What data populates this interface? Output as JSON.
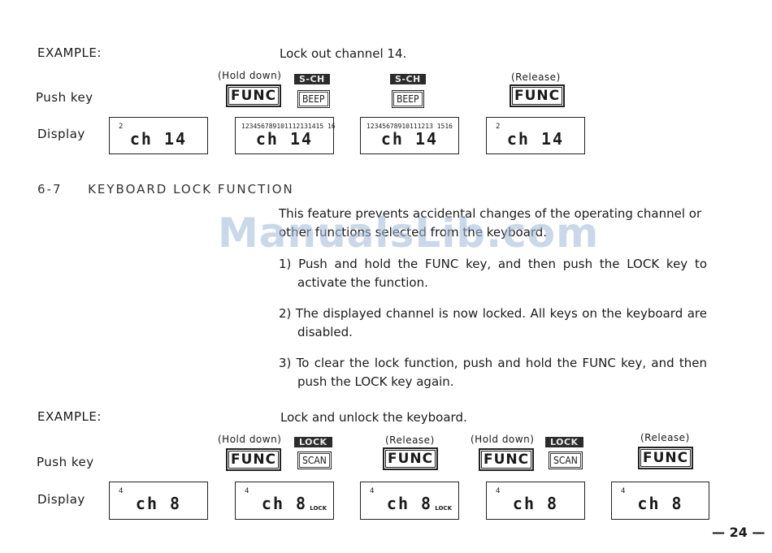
{
  "example1": {
    "heading": "EXAMPLE:",
    "caption": "Lock out channel 14.",
    "row_push": "Push key",
    "row_display": "Display",
    "steps": [
      {
        "note": "(Hold down)",
        "tag": "S-CH",
        "key": "FUNC"
      },
      {
        "key": "BEEP"
      },
      {
        "tag": "S-CH",
        "key": "BEEP"
      },
      {
        "note": "(Release)",
        "key": "FUNC"
      }
    ],
    "displays": [
      {
        "index": "2",
        "numbers": "",
        "readout": "ch 14"
      },
      {
        "index": "",
        "numbers": "123456789101112131415 16",
        "readout": "ch 14"
      },
      {
        "index": "",
        "numbers": "12345678910111213  1516",
        "readout": "ch 14"
      },
      {
        "index": "2",
        "numbers": "",
        "readout": "ch 14"
      }
    ]
  },
  "section": {
    "number": "6-7",
    "title": "KEYBOARD LOCK FUNCTION",
    "intro_line1": "This feature prevents accidental changes of the operating channel or",
    "intro_line2": "other functions selected from the keyboard.",
    "items": [
      "1) Push and hold the FUNC key, and then push the LOCK key to activate the function.",
      "2) The displayed channel is now locked.  All keys on the keyboard are disabled.",
      "3) To clear the lock function, push and hold the FUNC key, and then push the LOCK key again."
    ]
  },
  "example2": {
    "heading": "EXAMPLE:",
    "caption": "Lock and unlock the keyboard.",
    "row_push": "Push key",
    "row_display": "Display",
    "steps": [
      {
        "note": "(Hold down)",
        "tag": "LOCK",
        "key": "FUNC",
        "sub": "SCAN"
      },
      {
        "note": "(Release)",
        "key": "FUNC"
      },
      {
        "note": "(Hold down)",
        "tag": "LOCK",
        "key": "FUNC",
        "sub": "SCAN"
      },
      {
        "note": "(Release)",
        "key": "FUNC"
      }
    ],
    "displays": [
      {
        "index": "4",
        "readout": "ch 8",
        "flag": ""
      },
      {
        "index": "4",
        "readout": "ch 8",
        "flag": "LOCK"
      },
      {
        "index": "4",
        "readout": "ch 8",
        "flag": "LOCK"
      },
      {
        "index": "4",
        "readout": "ch 8",
        "flag": ""
      },
      {
        "index": "4",
        "readout": "ch 8",
        "flag": ""
      }
    ]
  },
  "watermark": "ManualsLib.com",
  "page_number": "— 24 —"
}
